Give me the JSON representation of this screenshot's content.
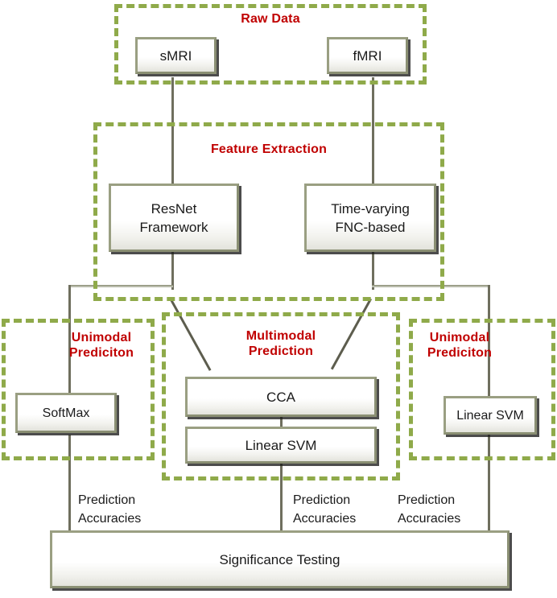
{
  "diagram": {
    "title": "Multimodal neuroimaging classification pipeline",
    "accent_red": "#c00000",
    "group_border_green": "#8faa4a",
    "node_border": "#9a9f82"
  },
  "groups": [
    {
      "id": "raw-data",
      "label": "Raw Data"
    },
    {
      "id": "feature-extraction",
      "label": "Feature Extraction"
    },
    {
      "id": "unimodal-left",
      "label": "Unimodal\nPrediciton"
    },
    {
      "id": "multimodal",
      "label": "Multimodal\nPrediction"
    },
    {
      "id": "unimodal-right",
      "label": "Unimodal\nPrediciton"
    }
  ],
  "nodes": {
    "smri": "sMRI",
    "fmri": "fMRI",
    "resnet": "ResNet\nFramework",
    "tvfnc": "Time-varying\nFNC-based",
    "softmax": "SoftMax",
    "cca": "CCA",
    "linear_svm_mm": "Linear SVM",
    "linear_svm_right": "Linear SVM",
    "significance": "Significance Testing"
  },
  "edge_labels": {
    "acc_left": "Prediction\nAccuracies",
    "acc_mid": "Prediction\nAccuracies",
    "acc_right": "Prediction\nAccuracies"
  }
}
